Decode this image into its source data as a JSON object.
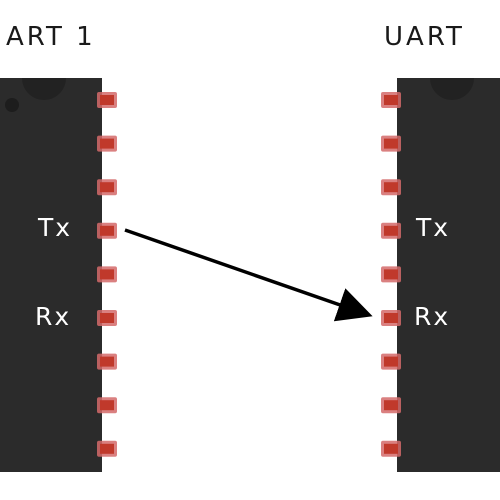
{
  "left_chip": {
    "title": "ART 1",
    "tx_label": "Tx",
    "rx_label": "Rx",
    "pin_count": 9
  },
  "right_chip": {
    "title": "UART",
    "tx_label": "Tx",
    "rx_label": "Rx",
    "pin_count": 9
  },
  "connection": {
    "from": "left_chip.tx",
    "to": "right_chip.rx"
  },
  "colors": {
    "chip_body": "#2b2b2b",
    "pin_outer": "#d46a6a",
    "pin_inner": "#c0392b",
    "arrow": "#000000",
    "label_text": "#ffffff",
    "title_text": "#1a1a1a"
  }
}
